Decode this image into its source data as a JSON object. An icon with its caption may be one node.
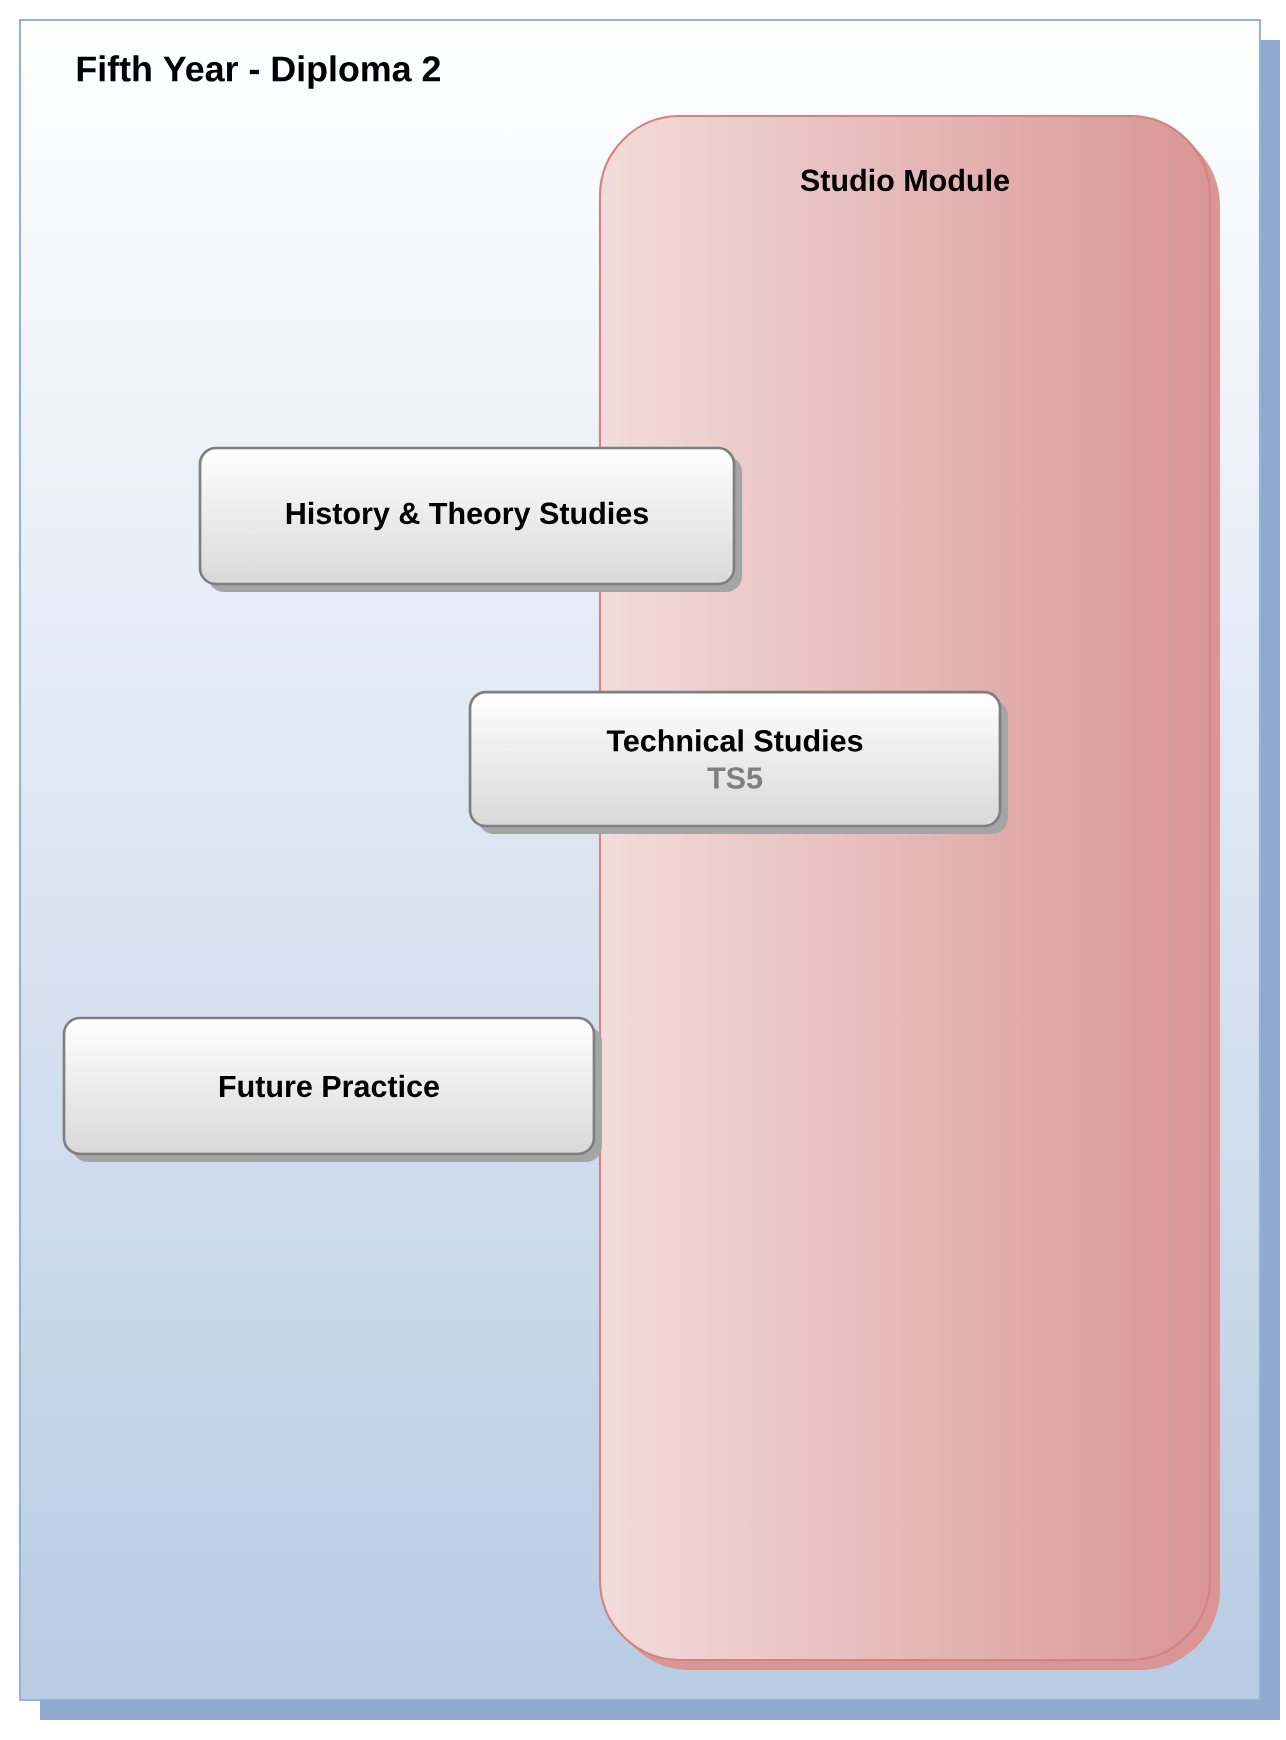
{
  "diagram": {
    "nodes": [
      {
        "text": [
          "Fifth Year - Diploma 2"
        ]
      },
      {
        "text": [
          "Studio Module"
        ],
        "in": 0
      },
      {
        "text": [
          "History & Theory Studies"
        ],
        "in": 0
      },
      {
        "text": [
          "Technical Studies",
          "TS5"
        ],
        "in": 0
      },
      {
        "text": [
          "Future Practice"
        ],
        "in": 0
      }
    ],
    "edges": []
  }
}
